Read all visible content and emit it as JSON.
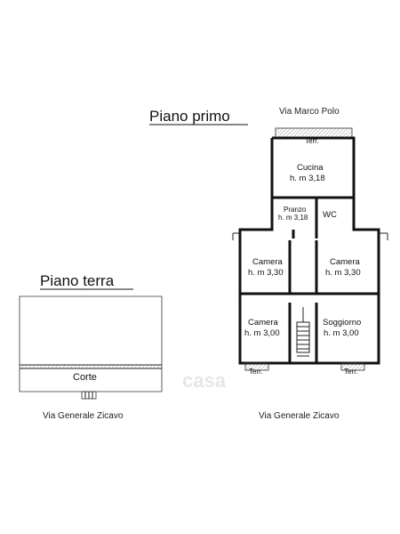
{
  "floors": {
    "first_floor_title": "Piano primo",
    "ground_floor_title": "Piano terra"
  },
  "streets": {
    "top": "Via Marco Polo",
    "bottom_left": "Via Generale Zicavo",
    "bottom_right": "Via Generale Zicavo"
  },
  "rooms": {
    "terr_top": "Terr.",
    "cucina": {
      "name": "Cucina",
      "height": "h. m 3,18"
    },
    "pranzo": {
      "name": "Pranzo",
      "height": "h. m 3,18"
    },
    "wc": "WC",
    "camera_left": {
      "name": "Camera",
      "height": "h. m 3,30"
    },
    "camera_right": {
      "name": "Camera",
      "height": "h. m 3,30"
    },
    "camera_bottom": {
      "name": "Camera",
      "height": "h. m 3,00"
    },
    "soggiorno": {
      "name": "Soggiorno",
      "height": "h. m 3,00"
    },
    "terr_bottom_left": "Terr.",
    "terr_bottom_right": "Terr.",
    "corte": "Corte"
  },
  "watermark": "casa"
}
